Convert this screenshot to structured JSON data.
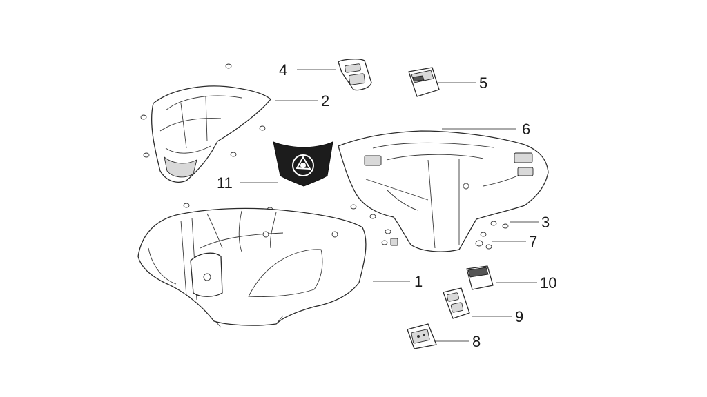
{
  "callouts": [
    {
      "id": "1",
      "label": "1"
    },
    {
      "id": "2",
      "label": "2"
    },
    {
      "id": "3",
      "label": "3"
    },
    {
      "id": "4",
      "label": "4"
    },
    {
      "id": "5",
      "label": "5"
    },
    {
      "id": "6",
      "label": "6"
    },
    {
      "id": "7",
      "label": "7"
    },
    {
      "id": "8",
      "label": "8"
    },
    {
      "id": "9",
      "label": "9"
    },
    {
      "id": "10",
      "label": "10"
    },
    {
      "id": "11",
      "label": "11"
    }
  ],
  "colors": {
    "line": "#2a2a2a",
    "emblem": "#1c1c1c",
    "background": "#ffffff"
  }
}
